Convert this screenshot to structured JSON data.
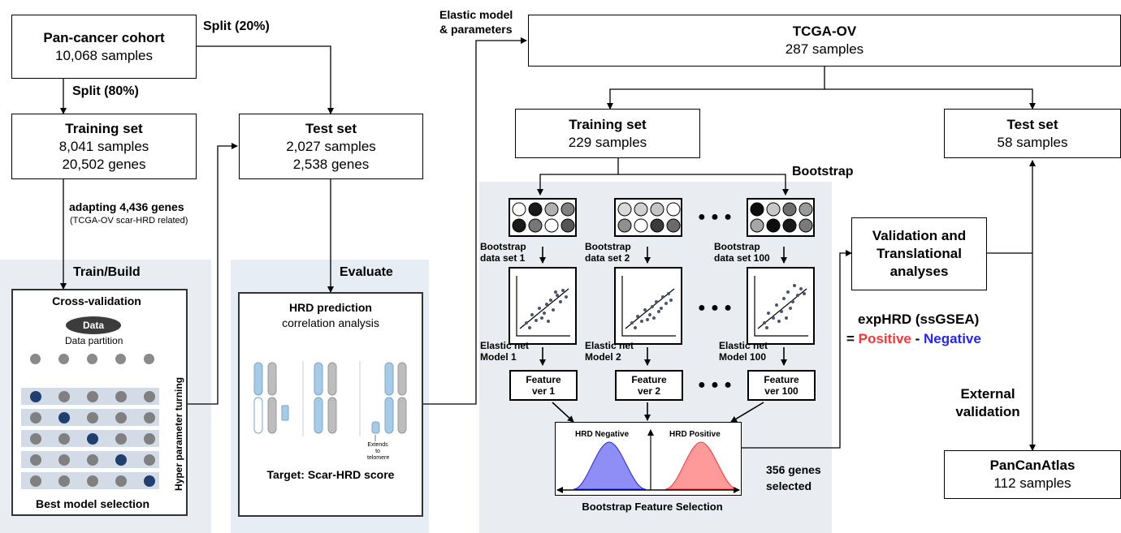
{
  "pancancer": {
    "title": "Pan-cancer cohort",
    "count": "10,068 samples"
  },
  "split80": "Split (80%)",
  "split20": "Split (20%)",
  "training": {
    "title": "Training set",
    "samples": "8,041 samples",
    "genes": "20,502 genes"
  },
  "test": {
    "title": "Test set",
    "samples": "2,027 samples",
    "genes": "2,538 genes"
  },
  "adapting": {
    "prefix": "adapting ",
    "bold": "4,436 genes",
    "note": "(TCGA-OV  scar-HRD related)"
  },
  "train_build": {
    "heading": "Train/Build",
    "cv": "Cross-validation",
    "data": "Data",
    "partition": "Data partition",
    "hyper": "Hyper parameter turning",
    "best": "Best model selection"
  },
  "evaluate": {
    "heading": "Evaluate",
    "hrd": "HRD prediction",
    "corr": "correlation analysis",
    "extends": "Extends to telomere",
    "target": "Target:  Scar-HRD score"
  },
  "elastic_label": {
    "line1": "Elastic model",
    "line2": "& parameters"
  },
  "tcga": {
    "title": "TCGA-OV",
    "count": "287 samples"
  },
  "ov_training": {
    "title": "Training set",
    "count": "229 samples"
  },
  "ov_test": {
    "title": "Test set",
    "count": "58 samples"
  },
  "bootstrap": "Bootstrap",
  "boot_cols": [
    {
      "ds": "Bootstrap\ndata set 1",
      "model": "Elastic net\nModel 1",
      "feat": "Feature\nver 1"
    },
    {
      "ds": "Bootstrap\ndata set 2",
      "model": "Elastic net\nModel 2",
      "feat": "Feature\nver 2"
    },
    {
      "ds": "Bootstrap\ndata set 100",
      "model": "Elastic net\nModel 100",
      "feat": "Feature\nver 100"
    }
  ],
  "dots": "● ● ●",
  "hrd_neg": "HRD Negative",
  "hrd_pos": "HRD Positive",
  "bfs": "Bootstrap Feature Selection",
  "selected": {
    "line1": "356 genes",
    "line2": "selected"
  },
  "validation": {
    "line1": "Validation and",
    "line2": "Translational",
    "line3": "analyses"
  },
  "exphrd": {
    "line1": "expHRD (ssGSEA)",
    "eq": "= ",
    "pos": "Positive",
    "sep": " - ",
    "neg": "Negative"
  },
  "external": {
    "line1": "External",
    "line2": "validation"
  },
  "pancan": {
    "title": "PanCanAtlas",
    "count": "112 samples"
  },
  "colors": {
    "panel": "#e9ecf1",
    "panel_eval": "#e6edf5",
    "positive": "#ff3333",
    "negative": "#2424ff",
    "dark_blue": "#1f3f6e",
    "gray_dot": "#8a8a8a"
  }
}
